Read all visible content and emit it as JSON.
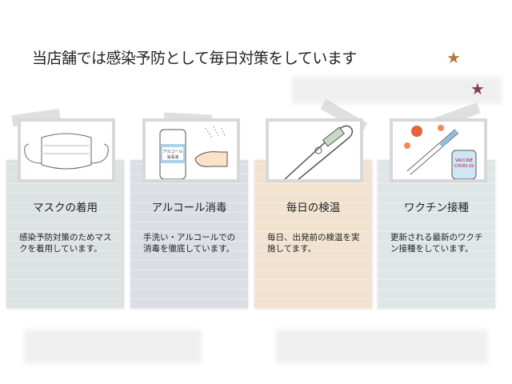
{
  "title": "当店舗では感染予防として毎日対策をしています",
  "colors": {
    "star1": "#b07a3f",
    "star2": "#8a3a5a"
  },
  "cards": [
    {
      "title": "マスクの着用",
      "text": "感染予防対策のためマスクを着用しています。",
      "icon": "mask-icon",
      "color": "#dde3e2"
    },
    {
      "title": "アルコール消毒",
      "text": "手洗い・アルコールでの消毒を徹底しています。",
      "icon": "sanitizer-icon",
      "label": "アルコール消毒液",
      "color": "#dcdee6"
    },
    {
      "title": "毎日の検温",
      "text": "毎日、出発前の検温を実施してます。",
      "icon": "thermometer-icon",
      "color": "#f2e3d1"
    },
    {
      "title": "ワクチン接種",
      "text": "更新される最新のワクチン接種をしています。",
      "icon": "vaccine-icon",
      "label": "VACCINE COVID-19",
      "color": "#dfe6e8"
    }
  ]
}
